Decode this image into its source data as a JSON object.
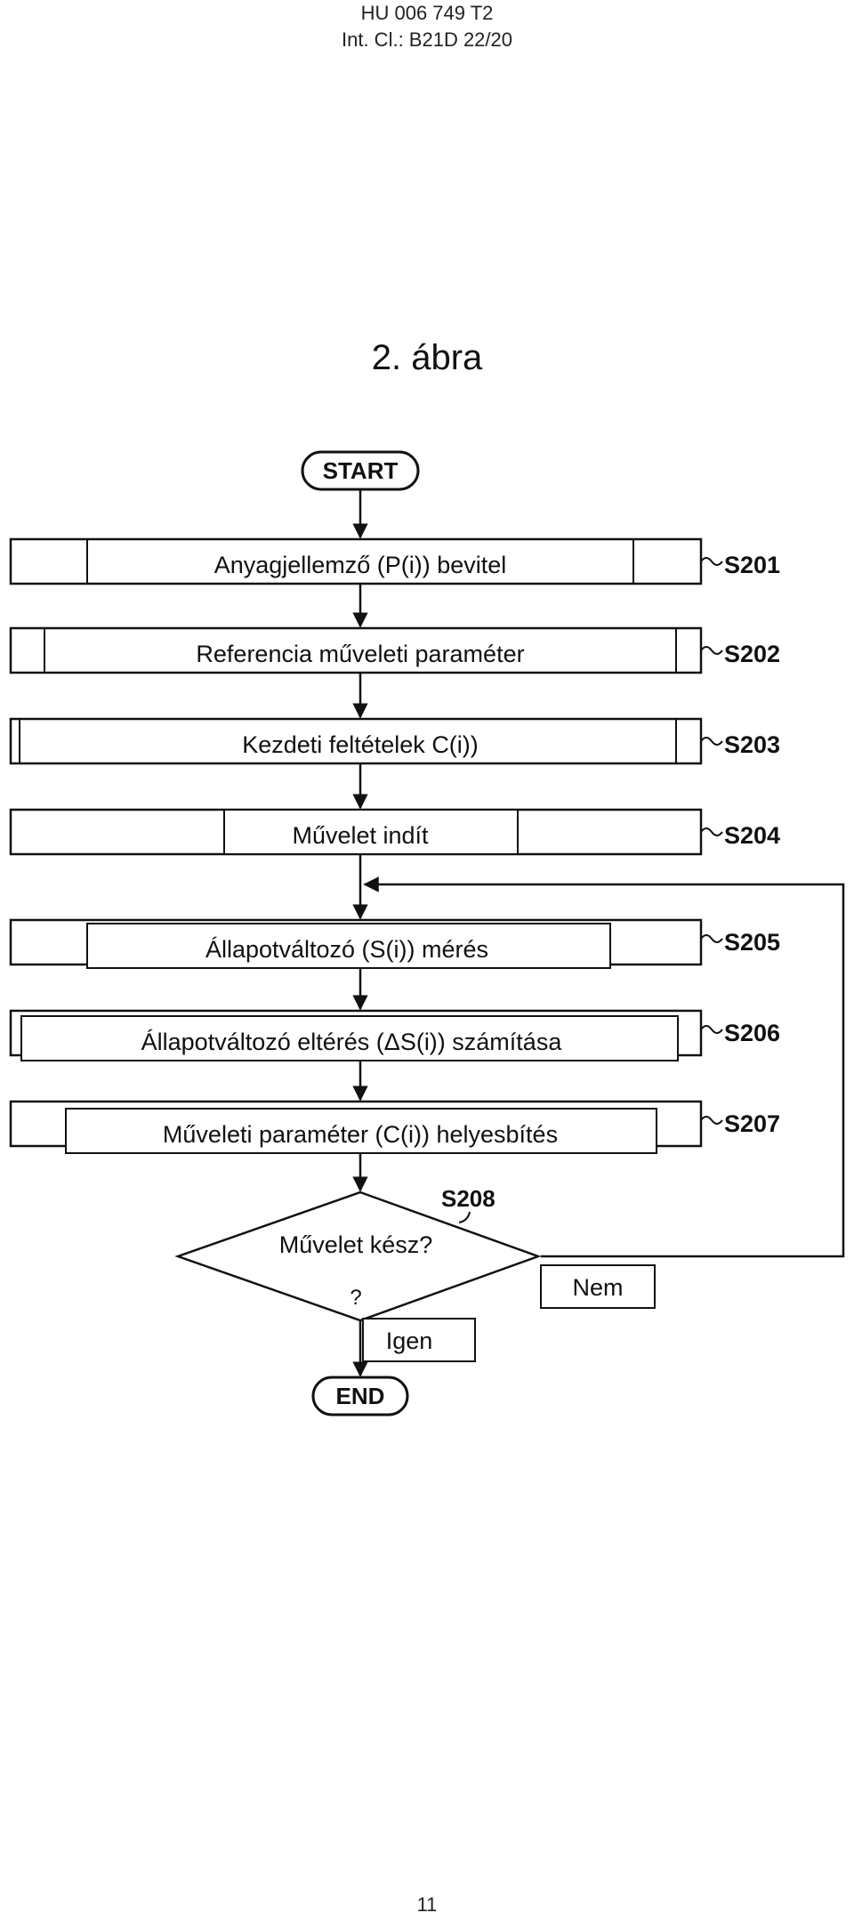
{
  "header": {
    "publication": "HU 006 749 T2",
    "classification": "Int. Cl.: B21D 22/20"
  },
  "figure_title": "2. ábra",
  "flowchart": {
    "start": "START",
    "end": "END",
    "steps": [
      {
        "id": "S201",
        "label": "Anyagjellemző (P(i)) bevitel"
      },
      {
        "id": "S202",
        "label": "Referencia műveleti paraméter"
      },
      {
        "id": "S203",
        "label": "Kezdeti feltételek C(i))"
      },
      {
        "id": "S204",
        "label": "Művelet indít"
      },
      {
        "id": "S205",
        "label": "Állapotváltozó (S(i)) mérés"
      },
      {
        "id": "S206",
        "label": "Állapotváltozó eltérés (ΔS(i)) számítása"
      },
      {
        "id": "S207",
        "label": "Műveleti paraméter (C(i)) helyesbítés"
      }
    ],
    "decision": {
      "id": "S208",
      "line1": "Művelet kész?",
      "line2": "?",
      "yes_label": "Igen",
      "no_label": "Nem"
    }
  },
  "page_number": "11"
}
